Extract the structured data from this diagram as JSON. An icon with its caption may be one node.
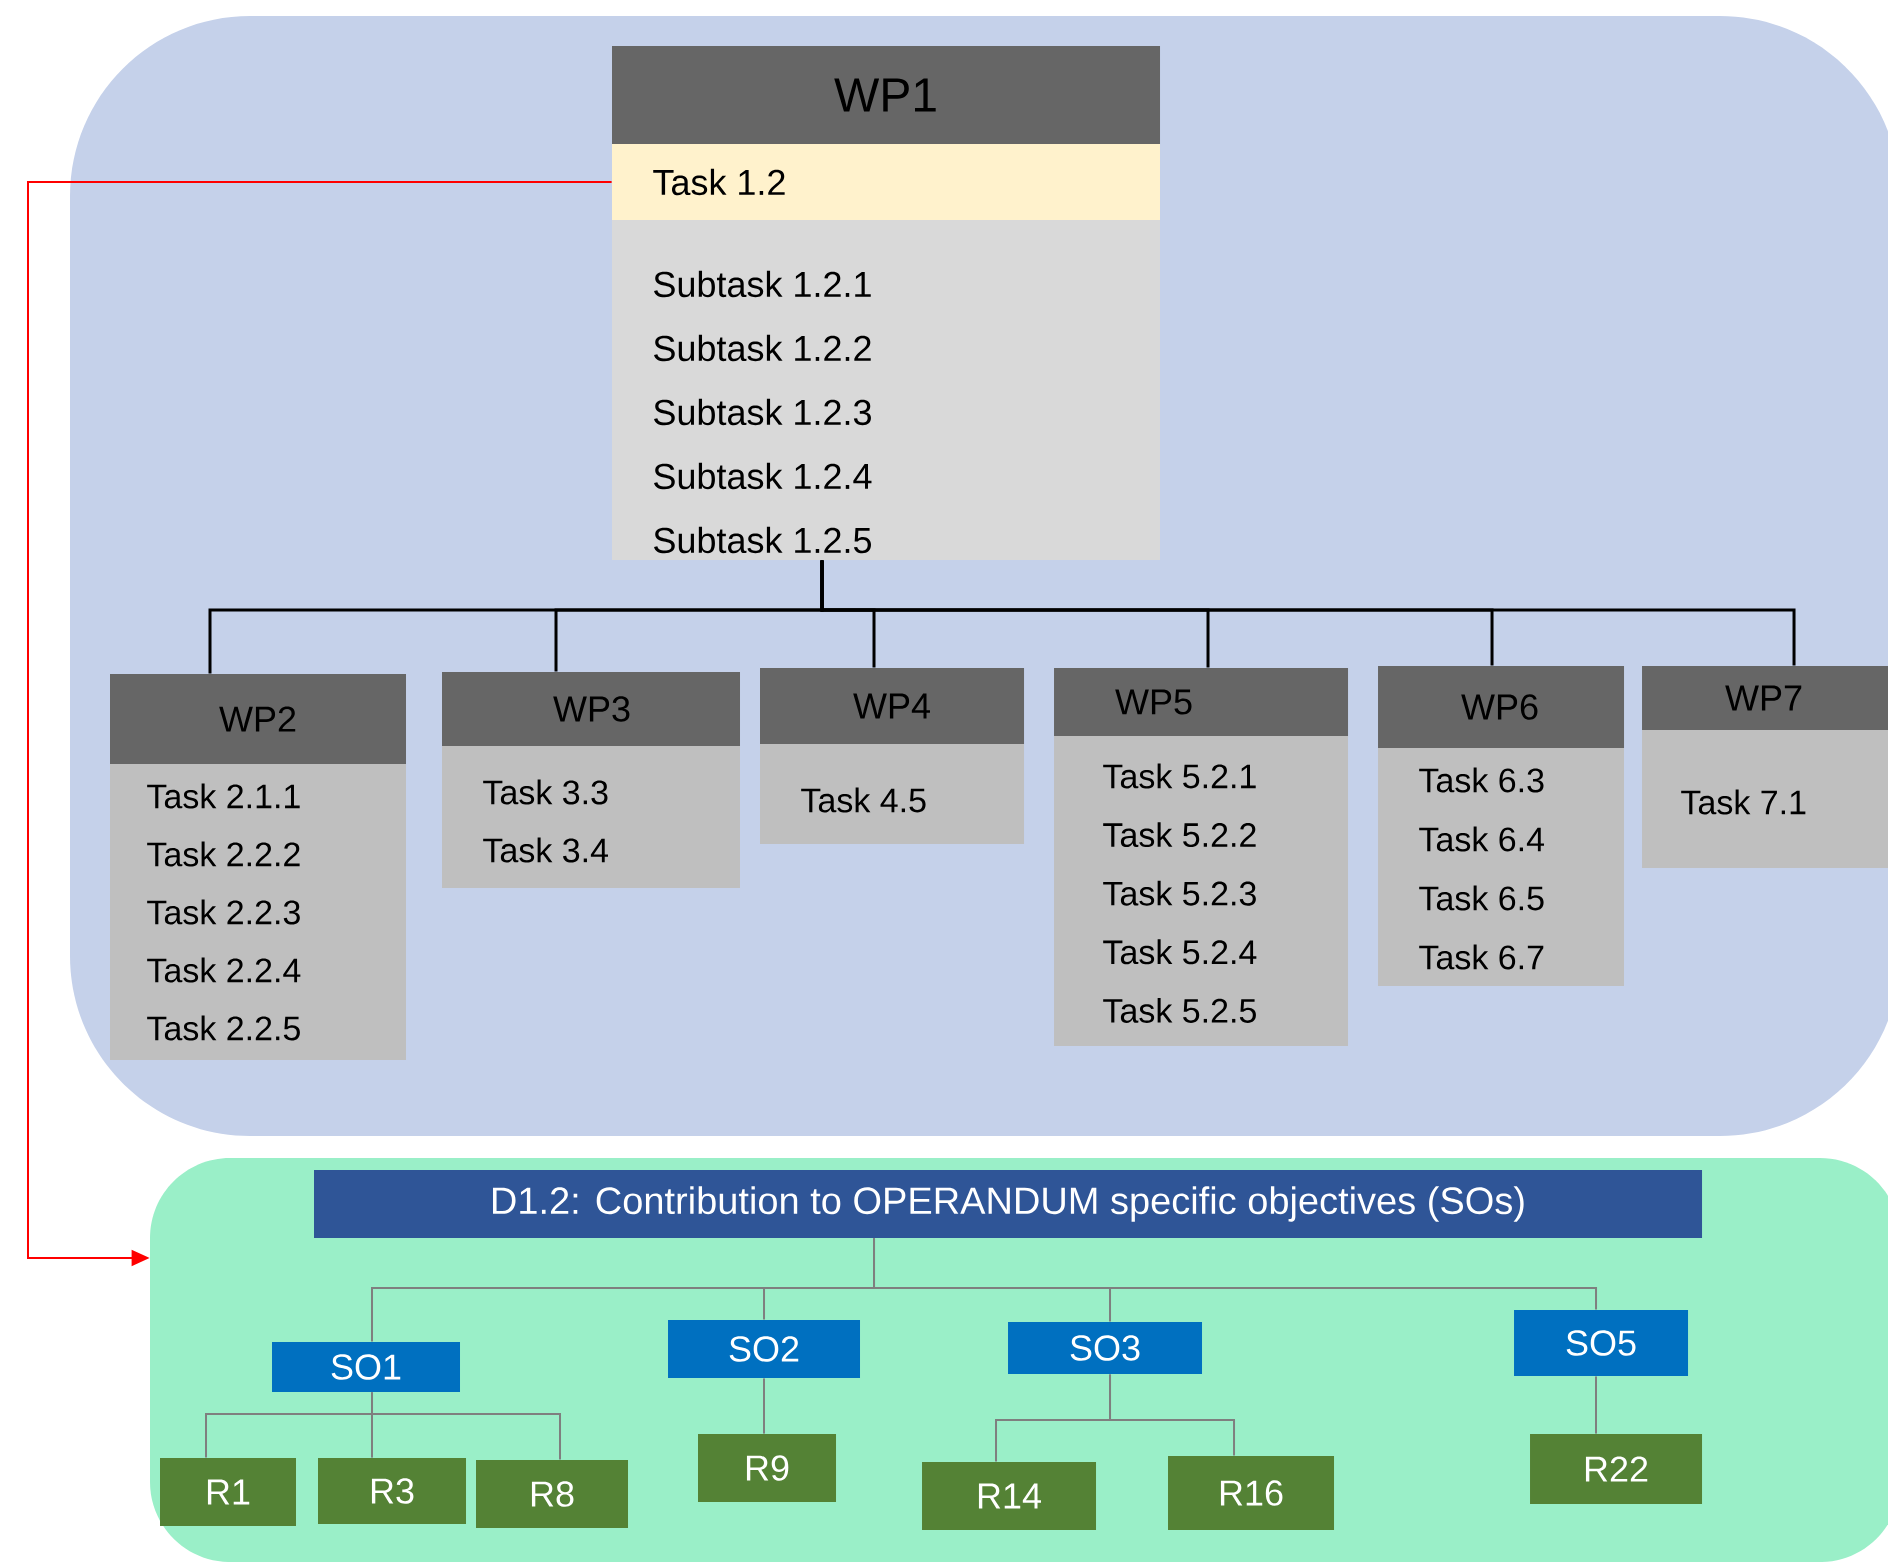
{
  "diagram": {
    "nodes": [
      {
        "text": [],
        "shape": "box"
      },
      {
        "text": [
          "WP1",
          "Subtask 1.2.1",
          "Subtask 1.2.2",
          "Subtask 1.2.3",
          "Subtask 1.2.4",
          "Subtask 1.2.5"
        ],
        "in": 0
      },
      {
        "text": [
          "Task 1.2"
        ],
        "in": 1
      },
      {
        "text": [
          "WP2",
          "Task 2.1.1",
          "Task 2.2.2",
          "Task 2.2.3",
          "Task 2.2.4",
          "Task 2.2.5"
        ],
        "in": 0
      },
      {
        "text": [
          "WP3",
          "Task 3.3",
          "Task 3.4"
        ],
        "in": 0
      },
      {
        "text": [
          "WP4",
          "Task 4.5"
        ],
        "in": 0
      },
      {
        "text": [
          "WP5",
          "Task 5.2.1",
          "Task 5.2.2",
          "Task 5.2.3",
          "Task 5.2.4",
          "Task 5.2.5"
        ],
        "in": 0
      },
      {
        "text": [
          "WP6",
          "Task 6.3",
          "Task 6.4",
          "Task 6.5",
          "Task 6.7"
        ],
        "in": 0
      },
      {
        "text": [
          "WP7",
          "Task 7.1"
        ],
        "in": 0
      },
      {
        "text": [],
        "shape": "box"
      },
      {
        "text": [
          "D1.2: Contribution to OPERANDUM specific objectives (SOs)"
        ],
        "in": 9
      },
      {
        "text": [
          "SO1"
        ],
        "in": 9
      },
      {
        "text": [
          "SO2"
        ],
        "in": 9
      },
      {
        "text": [
          "SO3"
        ],
        "in": 9
      },
      {
        "text": [
          "SO5"
        ],
        "in": 9
      },
      {
        "text": [
          "R1"
        ],
        "in": 9
      },
      {
        "text": [
          "R3"
        ],
        "in": 9
      },
      {
        "text": [
          "R8"
        ],
        "in": 9
      },
      {
        "text": [
          "R9"
        ],
        "in": 9
      },
      {
        "text": [
          "R14"
        ],
        "in": 9
      },
      {
        "text": [
          "R16"
        ],
        "in": 9
      },
      {
        "text": [
          "R22"
        ],
        "in": 9
      }
    ],
    "edges": [
      {
        "from": 1,
        "to": 3,
        "arrow": "none",
        "color": "#000000"
      },
      {
        "from": 1,
        "to": 4,
        "arrow": "none",
        "color": "#000000"
      },
      {
        "from": 1,
        "to": 5,
        "arrow": "none",
        "color": "#000000"
      },
      {
        "from": 1,
        "to": 6,
        "arrow": "none",
        "color": "#000000"
      },
      {
        "from": 1,
        "to": 7,
        "arrow": "none",
        "color": "#000000"
      },
      {
        "from": 1,
        "to": 8,
        "arrow": "none",
        "color": "#000000"
      },
      {
        "from": 2,
        "to": 9,
        "arrow": "to",
        "color": "#ff0000"
      },
      {
        "from": 10,
        "to": 11,
        "arrow": "none",
        "color": "#7f7f7f"
      },
      {
        "from": 10,
        "to": 12,
        "arrow": "none",
        "color": "#7f7f7f"
      },
      {
        "from": 10,
        "to": 13,
        "arrow": "none",
        "color": "#7f7f7f"
      },
      {
        "from": 10,
        "to": 14,
        "arrow": "none",
        "color": "#7f7f7f"
      },
      {
        "from": 11,
        "to": 15,
        "arrow": "none",
        "color": "#7f7f7f"
      },
      {
        "from": 11,
        "to": 16,
        "arrow": "none",
        "color": "#7f7f7f"
      },
      {
        "from": 11,
        "to": 17,
        "arrow": "none",
        "color": "#7f7f7f"
      },
      {
        "from": 12,
        "to": 18,
        "arrow": "none",
        "color": "#7f7f7f"
      },
      {
        "from": 13,
        "to": 19,
        "arrow": "none",
        "color": "#7f7f7f"
      },
      {
        "from": 13,
        "to": 20,
        "arrow": "none",
        "color": "#7f7f7f"
      },
      {
        "from": 14,
        "to": 21,
        "arrow": "none",
        "color": "#7f7f7f"
      }
    ]
  }
}
